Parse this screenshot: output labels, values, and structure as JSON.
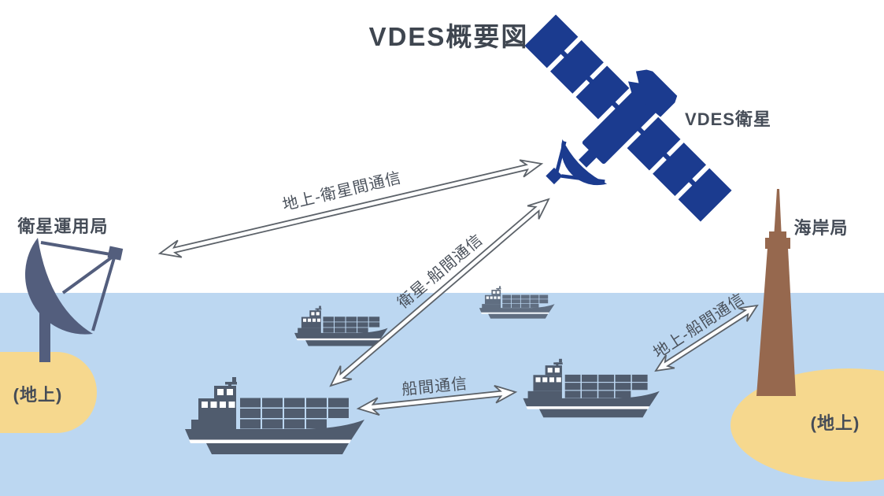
{
  "title": "VDES概要図",
  "stations": {
    "satellite": {
      "label": "VDES衛星"
    },
    "ground_station": {
      "label": "衛星運用局",
      "location_note": "(地上)"
    },
    "coast_station": {
      "label": "海岸局",
      "location_note": "(地上)"
    }
  },
  "links": {
    "ground_satellite": {
      "label": "地上-衛星間通信"
    },
    "satellite_ship": {
      "label": "衛星-船間通信"
    },
    "ship_ship": {
      "label": "船間通信"
    },
    "ground_ship": {
      "label": "地上-船間通信"
    }
  },
  "ships": {
    "count": 4,
    "type": "container-cargo-ship"
  },
  "colors": {
    "sky": "#FFFFFF",
    "sea": "#BCD7F1",
    "sand": "#F6D88E",
    "satellite": "#1B3B8F",
    "ship": "#505C6E",
    "ground_station": "#535E7D",
    "coast_tower": "#96684E",
    "heading_text": "#3F4650",
    "label_text": "#454C57",
    "arrow_outline": "#5C6269",
    "arrow_fill": "#FFFFFF"
  }
}
